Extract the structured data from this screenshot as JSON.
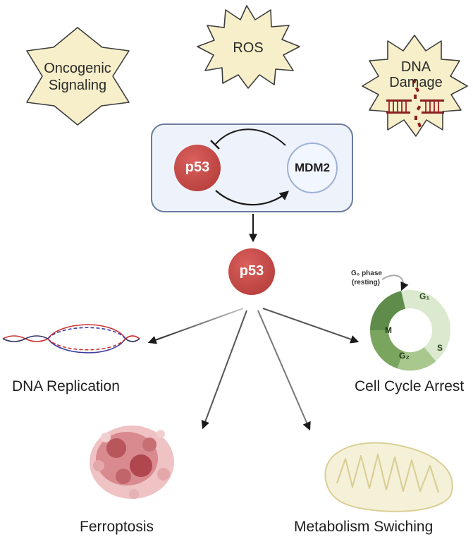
{
  "stressors": {
    "oncogenic": "Oncogenic\nSignaling",
    "ros": "ROS",
    "dna_damage": "DNA\nDamage"
  },
  "feedback_loop": {
    "p53": "p53",
    "mdm2": "MDM2"
  },
  "central_node": "p53",
  "outcomes": {
    "dna_replication": "DNA Replication",
    "cell_cycle_arrest": "Cell Cycle Arrest",
    "ferroptosis": "Ferroptosis",
    "metabolism": "Metabolism Swiching"
  },
  "cell_cycle": {
    "g0": "G₀ phase",
    "g0_note": "(resting)",
    "g1": "G₁",
    "s": "S",
    "g2": "G₂",
    "m": "M"
  },
  "colors": {
    "star_fill": "#f6efc9",
    "star_stroke": "#3d3d3d",
    "p53_red": "#c94a48",
    "box_fill": "#eef2fb",
    "box_stroke": "#6a7aa0",
    "mdm2_fill": "#f2f6ff",
    "cycle_light": "#dbe9cf",
    "cycle_mid": "#a8c88e",
    "cycle_dark": "#5f8c4a"
  }
}
